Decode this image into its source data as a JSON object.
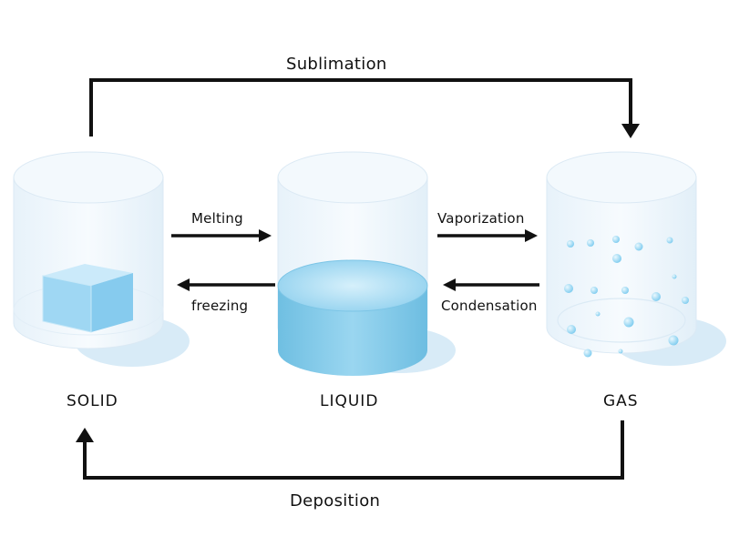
{
  "labels": {
    "top_arrow": "Sublimation",
    "bottom_arrow": "Deposition",
    "melting": "Melting",
    "freezing": "freezing",
    "vaporization": "Vaporization",
    "condensation": "Condensation"
  },
  "states": [
    {
      "id": "solid",
      "label": "SOLID"
    },
    {
      "id": "liquid",
      "label": "LIQUID"
    },
    {
      "id": "gas",
      "label": "GAS"
    }
  ],
  "colors": {
    "line": "#111111",
    "container_light": "#eef6fc",
    "container_edge": "#d4e7f4",
    "water_top": "#a9dcf2",
    "water_body": "#7fc8e8",
    "ice": "#a9dcf4",
    "bubble": "#8fd3f0"
  }
}
